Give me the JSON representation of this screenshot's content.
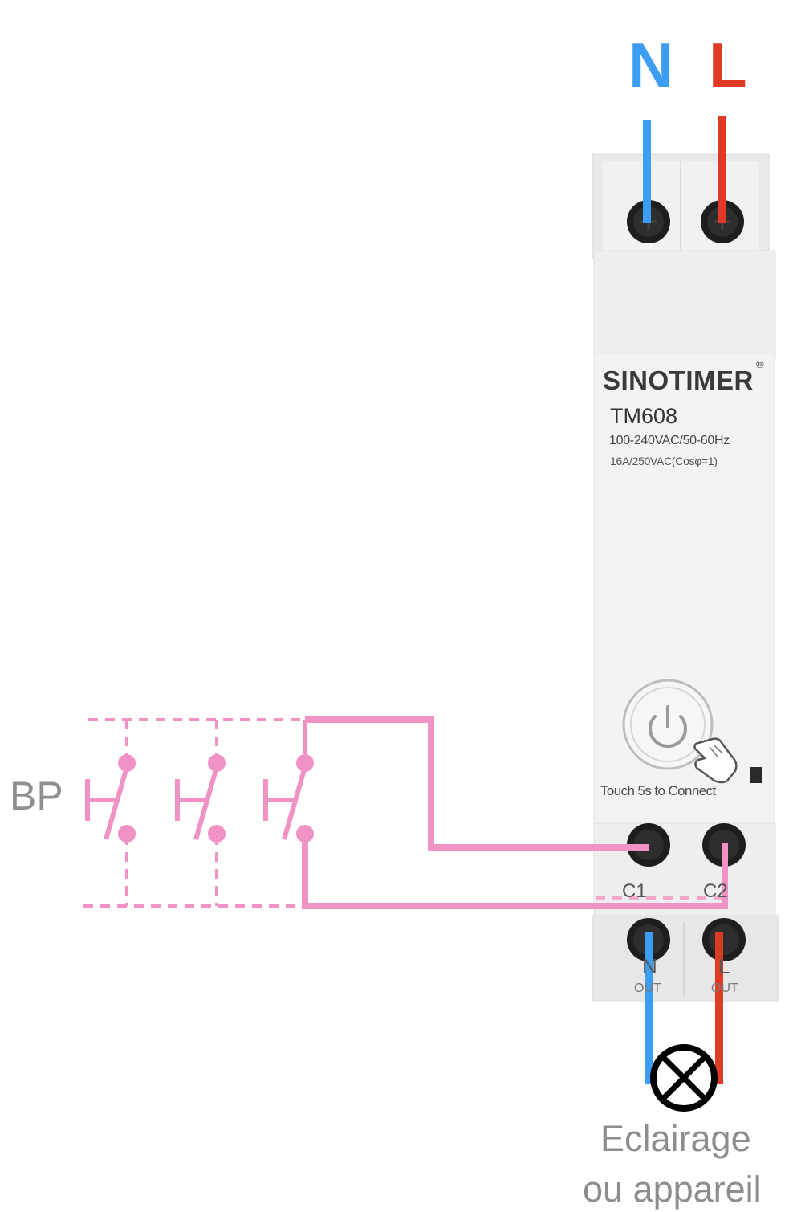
{
  "supply": {
    "neutral_label": "N",
    "line_label": "L",
    "neutral_color": "#3d9df2",
    "line_color": "#e03a24"
  },
  "device": {
    "brand": "SINOTIMER",
    "registered_mark": "®",
    "model": "TM608",
    "spec_voltage": "100-240VAC/50-60Hz",
    "spec_current": "16A/250VAC(Cosφ=1)",
    "touch_instruction": "Touch 5s to Connect",
    "icons": [
      "power-icon",
      "hand-touch-icon"
    ]
  },
  "control_terminals": {
    "c1_label": "C1",
    "c2_label": "C2"
  },
  "output_terminals": {
    "n_label": "N",
    "n_sub": "OUT",
    "l_label": "L",
    "l_sub": "OUT"
  },
  "pushbuttons": {
    "label": "BP",
    "count": 3,
    "wire_color": "#f092c4"
  },
  "load": {
    "line1": "Eclairage",
    "line2": "ou appareil",
    "symbol": "lamp-icon"
  }
}
